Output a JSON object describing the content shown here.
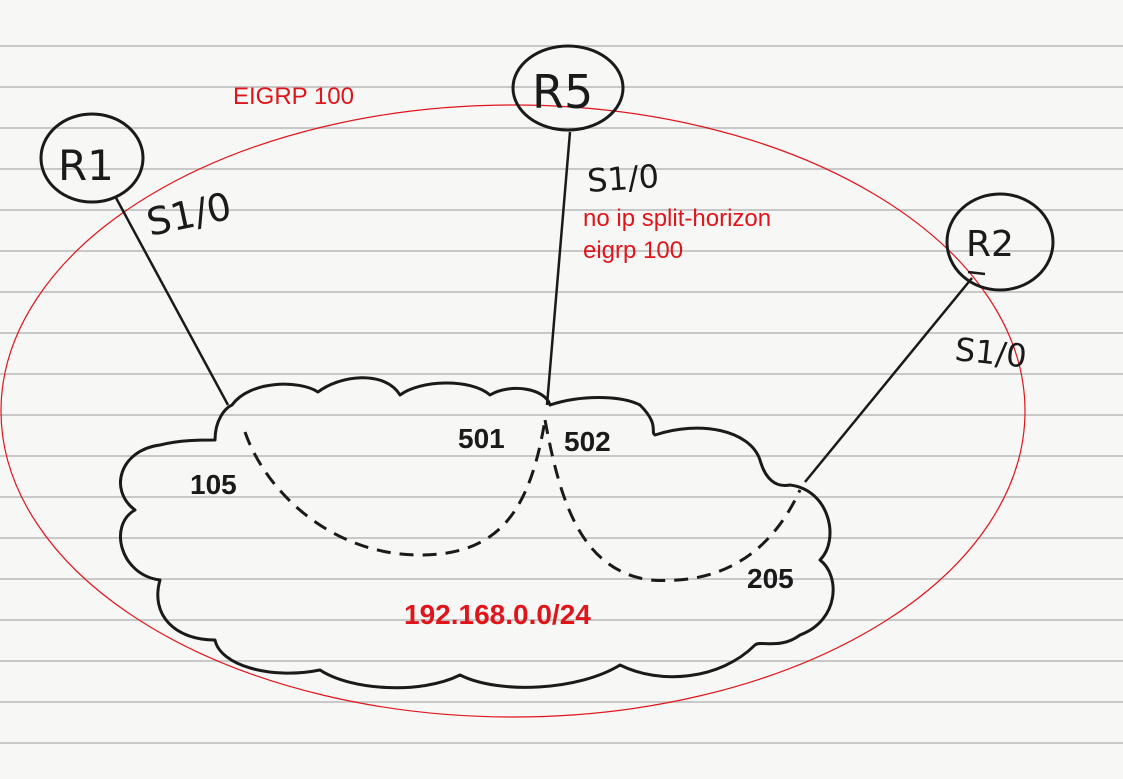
{
  "routers": {
    "r1": {
      "label": "R1",
      "interface": "S1/0"
    },
    "r5": {
      "label": "R5",
      "interface": "S1/0"
    },
    "r2": {
      "label": "R2",
      "interface": "S1/0"
    }
  },
  "eigrp_label": "EIGRP 100",
  "r5_config": {
    "line1": "no ip split-horizon",
    "line2": "eigrp 100"
  },
  "dlci": {
    "d105": "105",
    "d501": "501",
    "d502": "502",
    "d205": "205"
  },
  "network": "192.168.0.0/24",
  "colors": {
    "annotation": "#e0151b",
    "ink": "#1a1a1a",
    "paper": "#f7f7f5",
    "rule": "#c8c8c8"
  }
}
